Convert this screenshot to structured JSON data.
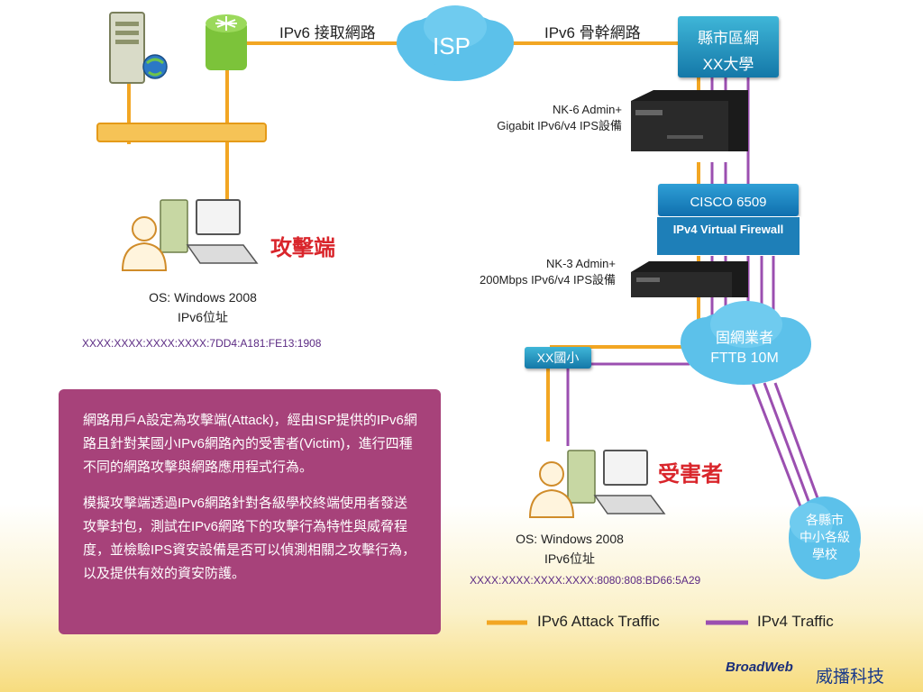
{
  "links": {
    "access_label": "IPv6 接取網路",
    "backbone_label": "IPv6 骨幹網路"
  },
  "isp": {
    "label": "ISP"
  },
  "county_network": {
    "line1": "縣市區網",
    "line2": "XX大學"
  },
  "nk6": {
    "line1": "NK-6 Admin+",
    "line2": "Gigabit IPv6/v4 IPS設備"
  },
  "cisco": {
    "label": "CISCO 6509",
    "firewall": "IPv4  Virtual Firewall"
  },
  "nk3": {
    "line1": "NK-3 Admin+",
    "line2": "200Mbps IPv6/v4 IPS設備"
  },
  "fttb": {
    "line1": "固網業者",
    "line2": "FTTB 10M"
  },
  "school": {
    "label": "XX國小"
  },
  "schools_cloud": {
    "line1": "各縣市",
    "line2": "中小各級",
    "line3": "學校"
  },
  "attacker": {
    "title": "攻擊端",
    "os": "OS: Windows 2008",
    "ip_label": "IPv6位址",
    "address": "XXXX:XXXX:XXXX:XXXX:7DD4:A181:FE13:1908"
  },
  "victim": {
    "title": "受害者",
    "os": "OS: Windows 2008",
    "ip_label": "IPv6位址",
    "address": "XXXX:XXXX:XXXX:XXXX:8080:808:BD66:5A29"
  },
  "description": {
    "para1": "網路用戶A設定為攻擊端(Attack)，經由ISP提供的IPv6網路且針對某國小IPv6網路內的受害者(Victim)，進行四種不同的網路攻擊與網路應用程式行為。",
    "para2": "模擬攻擊端透過IPv6網路針對各級學校終端使用者發送攻擊封包，測試在IPv6網路下的攻擊行為特性與威脅程度，並檢驗IPS資安設備是否可以偵測相關之攻擊行為，以及提供有效的資安防護。"
  },
  "legend": {
    "attack": "IPv6 Attack Traffic",
    "ipv4": "IPv4 Traffic"
  },
  "colors": {
    "ipv6_attack": "#f2a623",
    "ipv4": "#9b4fb0",
    "info_box": "#a7427a",
    "red_title": "#d9252b",
    "address": "#5b2a83"
  },
  "brand": {
    "logo": "BroadWeb",
    "name": "威播科技"
  }
}
